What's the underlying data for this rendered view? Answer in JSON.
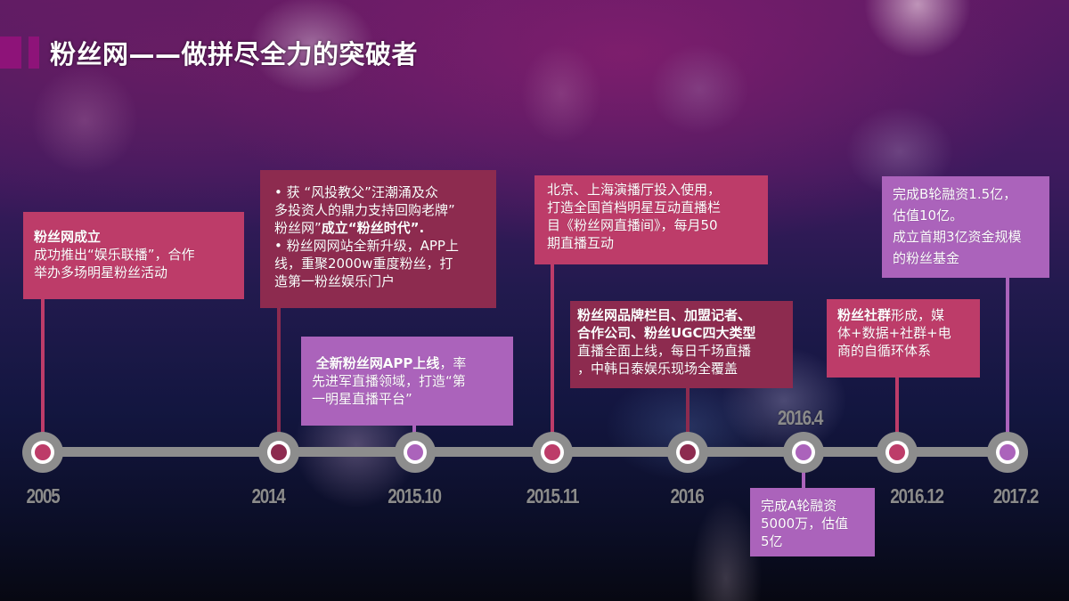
{
  "title": {
    "text": "粉丝网——做拼尽全力的突破者",
    "accent_color": "#8e1379"
  },
  "colors": {
    "pink": "#bd3c69",
    "wine": "#8d2b4f",
    "purple": "#ab63bb",
    "axis": "#8d8d8d",
    "year_label": "#8b8b8b"
  },
  "timeline": [
    {
      "year": "2005",
      "color": "pink",
      "box": {
        "heading": "粉丝网成立",
        "lines": [
          "成功推出“娱乐联播”，合作",
          "举办多场明星粉丝活动"
        ]
      }
    },
    {
      "year": "2014",
      "color": "wine",
      "box": {
        "lines": [
          "• 获 “风投教父”汪潮涌及众",
          "多投资人的鼎力支持回购老牌”",
          "粉丝网”",
          "• 粉丝网网站全新升级，APP上",
          "线，重聚2000w重度粉丝，打",
          "造第一粉丝娱乐门户"
        ],
        "bold_segment": "成立“粉丝时代”."
      }
    },
    {
      "year": "2015.10",
      "color": "purple",
      "box": {
        "heading": "全新粉丝网APP上线",
        "lines": [
          "，率",
          "先进军直播领域，打造“第",
          "一明星直播平台”"
        ]
      }
    },
    {
      "year": "2015.11",
      "color": "pink",
      "box": {
        "lines": [
          "北京、上海演播厅投入使用，",
          "打造全国首档明星互动直播栏",
          "目《粉丝网直播间》，每月50",
          "期直播互动"
        ]
      }
    },
    {
      "year": "2016",
      "color": "wine",
      "box": {
        "heading_lines": [
          "粉丝网品牌栏目、加盟记者、",
          "合作公司、粉丝UGC四大类型"
        ],
        "lines": [
          "直播全面上线，每日千场直播",
          "，中韩日泰娱乐现场全覆盖"
        ]
      }
    },
    {
      "year": "2016.4",
      "color": "purple",
      "box": {
        "lines": [
          "完成A轮融资",
          "5000万，估值",
          "5亿"
        ]
      }
    },
    {
      "year": "2016.12",
      "color": "pink",
      "box": {
        "heading": "粉丝社群",
        "lines": [
          "形成，媒",
          "体+数据+社群+电",
          "商的自循环体系"
        ]
      }
    },
    {
      "year": "2017.2",
      "color": "purple",
      "box": {
        "lines": [
          "完成B轮融资1.5亿，",
          "估值10亿。",
          "成立首期3亿资金规模",
          "的粉丝基金"
        ]
      }
    }
  ]
}
